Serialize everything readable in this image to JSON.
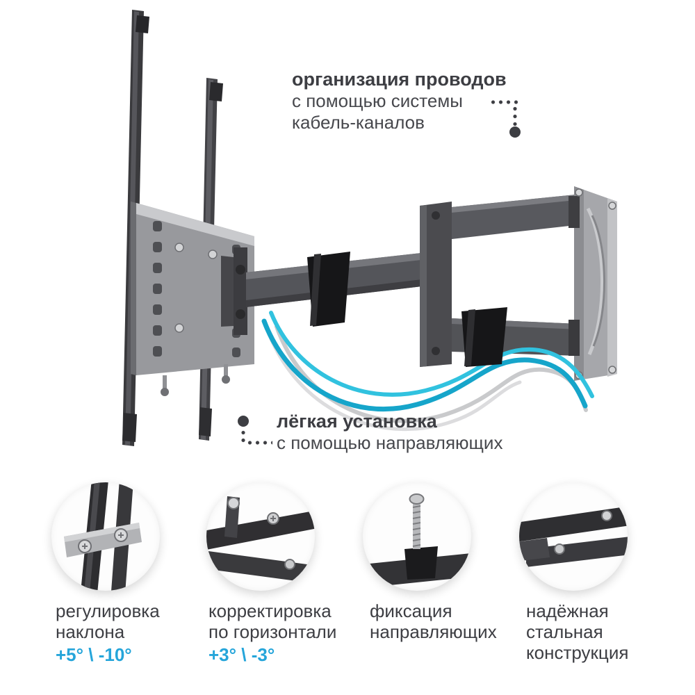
{
  "colors": {
    "accent": "#25a5da",
    "text": "#3d3e43",
    "cable_teal": "#16a5ca",
    "cable_gray": "#c9cacc"
  },
  "callouts": {
    "cable_management": {
      "title": "организация проводов",
      "lines": [
        "с помощью системы",
        "кабель-каналов"
      ]
    },
    "easy_install": {
      "title": "лёгкая установка",
      "lines": [
        "с помощью направляющих"
      ]
    }
  },
  "features": [
    {
      "lines": [
        "регулировка",
        "наклона"
      ],
      "value": "+5° \\ -10°"
    },
    {
      "lines": [
        "корректировка",
        "по горизонтали"
      ],
      "value": "+3° \\ -3°"
    },
    {
      "lines": [
        "фиксация",
        "направляющих"
      ]
    },
    {
      "lines": [
        "надёжная",
        "стальная",
        "конструкция"
      ]
    }
  ]
}
